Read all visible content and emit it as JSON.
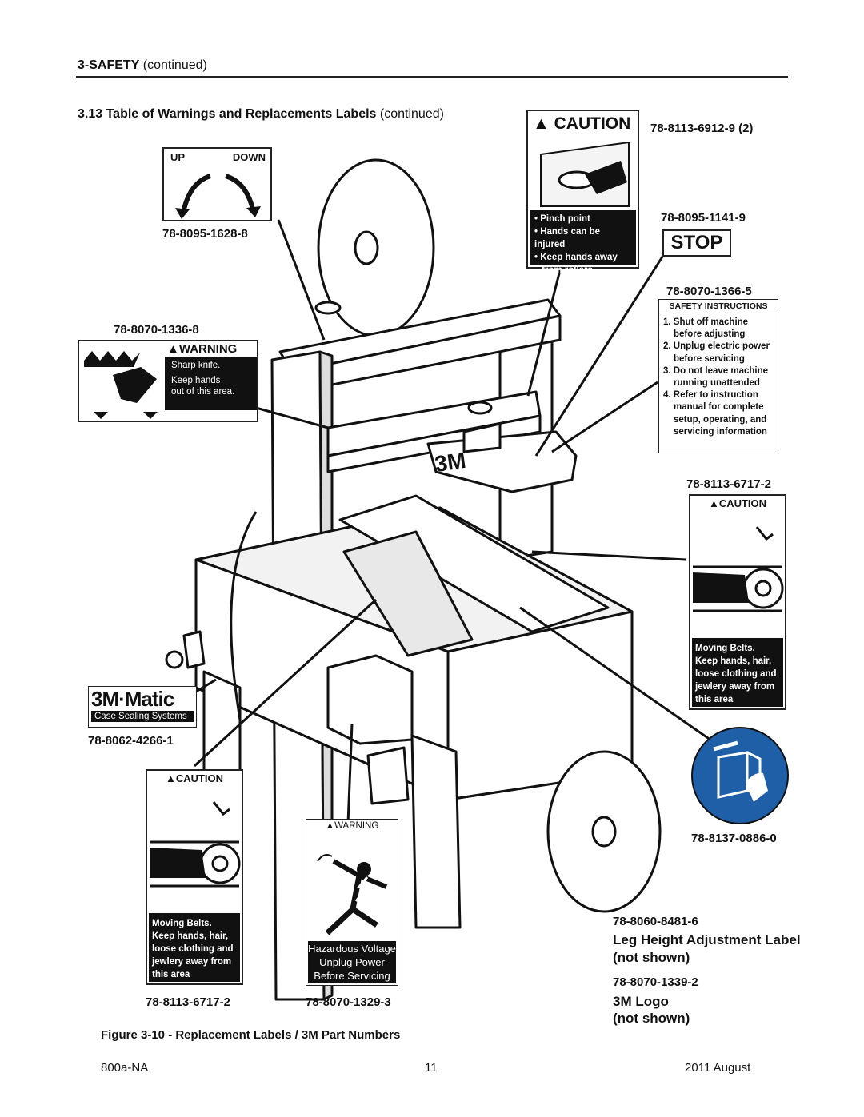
{
  "header": {
    "section_bold": "3-SAFETY",
    "section_rest": "(continued)"
  },
  "section": {
    "title": "3.13 Table of Warnings and Replacements Labels",
    "rest": "(continued)"
  },
  "labels": {
    "updown": {
      "up": "UP",
      "down": "DOWN",
      "part": "78-8095-1628-8"
    },
    "caution_top": {
      "heading": "CAUTION",
      "lines": [
        "Pinch point",
        "Hands can be injured",
        "Keep hands away",
        "from rollers"
      ],
      "part": "78-8113-6912-9 (2)"
    },
    "stop": {
      "text": "STOP",
      "part": "78-8095-1141-9"
    },
    "safety": {
      "part": "78-8070-1366-5",
      "heading": "SAFETY INSTRUCTIONS",
      "items": [
        "1. Shut off machine",
        "before adjusting",
        "2. Unplug electric power",
        "before servicing",
        "3. Do not leave machine",
        "running unattended",
        "4. Refer to instruction",
        "manual for complete",
        "setup, operating, and",
        "servicing information"
      ]
    },
    "warning_knife": {
      "part": "78-8070-1336-8",
      "heading": "WARNING",
      "lines": [
        "Sharp knife.",
        "Keep hands",
        "out of this area."
      ]
    },
    "caution_belts_right": {
      "part": "78-8113-6717-2",
      "heading": "CAUTION",
      "lines": [
        "Moving Belts.",
        "Keep hands, hair,",
        "loose clothing and",
        "jewlery away from",
        "this area"
      ]
    },
    "logo": {
      "brand": "3M·Matic",
      "tagline": "Case Sealing Systems",
      "part": "78-8062-4266-1"
    },
    "caution_belts_left": {
      "part": "78-8113-6717-2",
      "heading": "CAUTION",
      "lines": [
        "Moving Belts.",
        "Keep hands, hair,",
        "loose clothing and",
        "jewlery away from",
        "this area"
      ]
    },
    "warning_voltage": {
      "part": "78-8070-1329-3",
      "heading": "WARNING",
      "lines": [
        "Hazardous Voltage",
        "Unplug Power",
        "Before Servicing"
      ]
    },
    "mandatory": {
      "part": "78-8137-0886-0"
    },
    "not_shown": {
      "part1": "78-8060-8481-6",
      "desc1": "Leg Height Adjustment Label",
      "note1": "(not shown)",
      "part2": "78-8070-1339-2",
      "desc2": "3M Logo",
      "note2": "(not shown)"
    }
  },
  "figure_caption": {
    "bold": "Figure 3-10 - Replacement Labels / 3M Part Numbers"
  },
  "machine": {
    "brand": "3M"
  },
  "footer": {
    "left": "800a-NA",
    "center": "11",
    "right": "2011 August"
  }
}
